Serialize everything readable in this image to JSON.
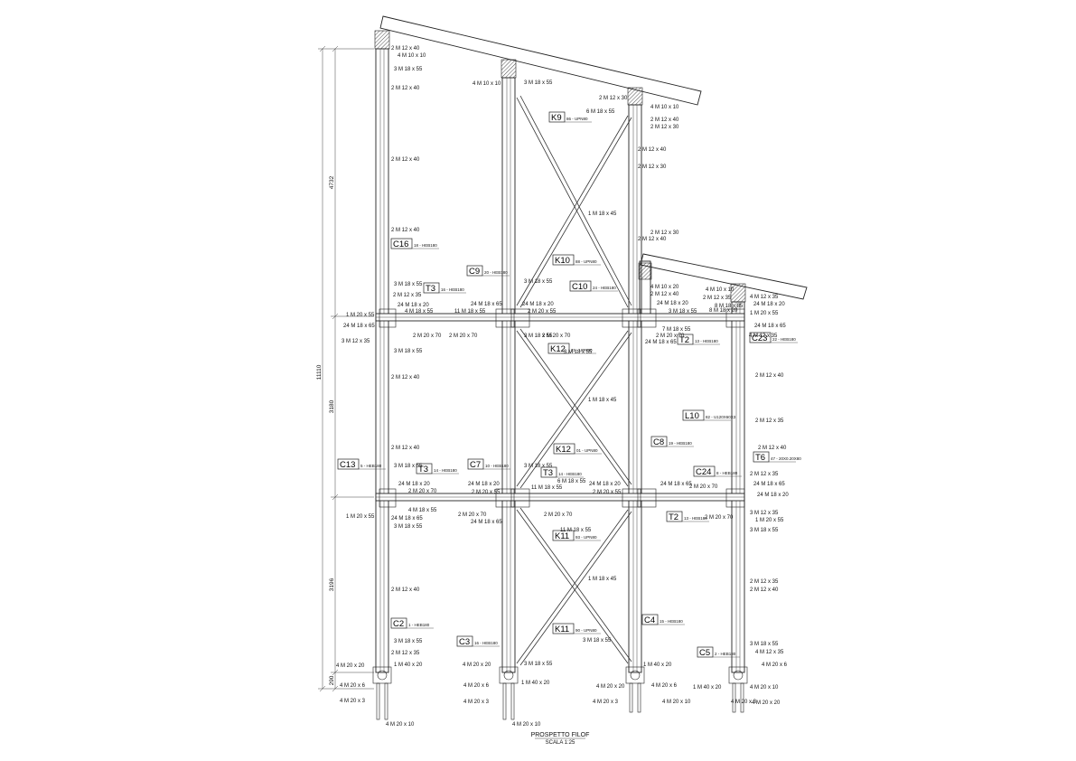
{
  "title": {
    "main": "PROSPETTO FILOF",
    "scale": "SCALA 1:25"
  },
  "dimensions": {
    "total": "11110",
    "segments": [
      "4732",
      "3180",
      "3196",
      "290"
    ]
  },
  "tags": [
    {
      "code": "K9",
      "desc": "86 - UPN80"
    },
    {
      "code": "C16",
      "desc": "18 - HEB180"
    },
    {
      "code": "K10",
      "desc": "88 - UPN80"
    },
    {
      "code": "C9",
      "desc": "20 - HEB180"
    },
    {
      "code": "T3",
      "desc": "16 - HEB180"
    },
    {
      "code": "C10",
      "desc": "24 - HEB180"
    },
    {
      "code": "T2",
      "desc": "13 - HEB180"
    },
    {
      "code": "C23",
      "desc": "22 - HEB180"
    },
    {
      "code": "K12",
      "desc": "21 - UPN80"
    },
    {
      "code": "L10",
      "desc": "82 - U120X60X3"
    },
    {
      "code": "K12",
      "desc": "01 - UPN80"
    },
    {
      "code": "C8",
      "desc": "19 - HEB180"
    },
    {
      "code": "T6",
      "desc": "47 - 20X0.20X80"
    },
    {
      "code": "C13",
      "desc": "5 - HEB180"
    },
    {
      "code": "T3",
      "desc": "14 - HEB180"
    },
    {
      "code": "C7",
      "desc": "10 - HEB180"
    },
    {
      "code": "T3",
      "desc": "14 - HEB180"
    },
    {
      "code": "C24",
      "desc": "8 - HEB180"
    },
    {
      "code": "T2",
      "desc": "13 - HEB180"
    },
    {
      "code": "K11",
      "desc": "93 - UPN80"
    },
    {
      "code": "C4",
      "desc": "15 - HEB180"
    },
    {
      "code": "C2",
      "desc": "1 - HEB180"
    },
    {
      "code": "C3",
      "desc": "16 - HEB180"
    },
    {
      "code": "K11",
      "desc": "90 - UPN80"
    },
    {
      "code": "C5",
      "desc": "2 - HEB180"
    }
  ],
  "bolts": [
    "2 M 12 x 40",
    "4 M 10 x 10",
    "3 M 18 x 55",
    "2 M 12 x 40",
    "2 M 12 x 40",
    "2 M 12 x 40",
    "3 M 18 x 55",
    "2 M 12 x 35",
    "24 M 18 x 20",
    "4 M 18 x 55",
    "1 M 20 x 55",
    "24 M 18 x 65",
    "3 M 12 x 35",
    "3 M 18 x 55",
    "2 M 12 x 40",
    "2 M 12 x 40",
    "3 M 18 x 55",
    "24 M 18 x 20",
    "2 M 20 x 70",
    "4 M 18 x 55",
    "24 M 18 x 65",
    "1 M 20 x 55",
    "3 M 18 x 55",
    "2 M 12 x 40",
    "3 M 18 x 55",
    "2 M 12 x 35",
    "1 M 40 x 20",
    "4 M 20 x 20",
    "4 M 20 x 6",
    "4 M 20 x 3",
    "4 M 20 x 10",
    "4 M 10 x 10",
    "3 M 18 x 55",
    "1 M 18 x 45",
    "3 M 18 x 55",
    "11 M 18 x 55",
    "24 M 18 x 65",
    "2 M 20 x 70",
    "2 M 20 x 70",
    "3 M 18 x 55",
    "1 M 18 x 45",
    "3 M 18 x 55",
    "24 M 18 x 20",
    "2 M 20 x 55",
    "2 M 20 x 70",
    "24 M 18 x 65",
    "11 M 18 x 55",
    "1 M 18 x 45",
    "3 M 18 x 55",
    "4 M 20 x 20",
    "4 M 20 x 6",
    "4 M 20 x 3",
    "4 M 20 x 10",
    "1 M 40 x 20",
    "24 M 18 x 20",
    "2 M 20 x 55",
    "2 M 20 x 70",
    "3 M 18 x 55",
    "6 M 18 x 55",
    "2 M 20 x 70",
    "11 M 18 x 55",
    "24 M 18 x 20",
    "2 M 20 x 55",
    "3 M 18 x 55",
    "2 M 12 x 30",
    "6 M 18 x 55",
    "4 M 10 x 10",
    "2 M 12 x 40",
    "2 M 12 x 30",
    "2 M 12 x 40",
    "2 M 12 x 30",
    "2 M 12 x 30",
    "2 M 12 x 40",
    "4 M 10 x 20",
    "2 M 12 x 40",
    "24 M 18 x 20",
    "3 M 18 x 55",
    "2 M 20 x 70",
    "24 M 18 x 65",
    "24 M 18 x 65",
    "2 M 20 x 70",
    "7 M 18 x 55",
    "1 M 40 x 20",
    "4 M 20 x 6",
    "4 M 20 x 10",
    "4 M 20 x 3",
    "4 M 20 x 20",
    "4 M 10 x 10",
    "2 M 12 x 35",
    "8 M 18 x 85",
    "8 M 18 x 20",
    "4 M 12 x 35",
    "24 M 18 x 20",
    "1 M 20 x 55",
    "24 M 18 x 65",
    "4 M 12 x 35",
    "2 M 12 x 40",
    "2 M 12 x 35",
    "2 M 12 x 40",
    "2 M 12 x 35",
    "24 M 18 x 65",
    "24 M 18 x 20",
    "3 M 12 x 35",
    "1 M 20 x 55",
    "3 M 18 x 55",
    "2 M 12 x 35",
    "2 M 12 x 40",
    "3 M 18 x 55",
    "4 M 12 x 35",
    "4 M 20 x 6",
    "1 M 40 x 20",
    "4 M 20 x 10",
    "4 M 20 x 20",
    "4 M 20 x 3",
    "2 M 20 x 70"
  ]
}
